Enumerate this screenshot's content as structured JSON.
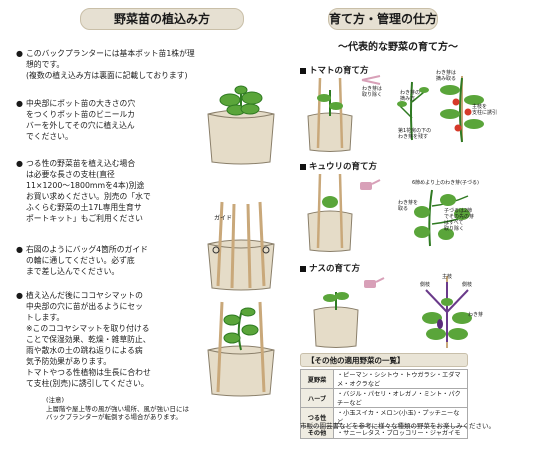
{
  "left": {
    "title": "野菜苗の植込み方",
    "steps": [
      {
        "bullet": "●",
        "lines": [
          "このバックプランターには基本ポット苗1株が理",
          "想的です。",
          "(複数の植え込み方は裏面に記載しております)"
        ]
      },
      {
        "bullet": "●",
        "lines": [
          "中央部にポット苗の大きさの穴",
          "をつくりポット苗のビニールカ",
          "バーを外してその穴に植え込ん",
          "でください。"
        ]
      },
      {
        "bullet": "●",
        "lines": [
          "つる性の野菜苗を植え込む場合",
          "は必要な長さの支柱(直径",
          "11×1200〜1800mmを4本)別途",
          "お買い求めください。別売の「水で",
          "ふくらむ野菜の土17L専用生育サ",
          "ポートキット」もご利用ください"
        ]
      },
      {
        "bullet": "●",
        "lines": [
          "右図のようにバッグ4箇所のガイド",
          "の輪に通してください。必ず底",
          "まで差し込んでください。"
        ]
      },
      {
        "bullet": "●",
        "lines": [
          "植え込んだ後にココヤシマットの",
          "中央部の穴に苗が出るようにセッ",
          "トします。",
          "※このココヤシマットを取り付ける",
          "ことで保湿効果、乾燥・雑草防止、",
          "雨や散水の土の跳ね返りによる病",
          "気予防効果があります。",
          "トマトやつる性植物は生長に合わせ",
          "て支柱(別売)に誘引してください。"
        ]
      }
    ],
    "guide_label": "ガイド",
    "note": {
      "heading": "(注意)",
      "lines": [
        "上層階や屋上等の風が強い場所、風が強い日には",
        "バックプランターが転倒する場合があります。"
      ]
    }
  },
  "right": {
    "title": "育て方・管理の仕方",
    "subtitle": "〜代表的な野菜の育て方〜",
    "sections": [
      {
        "heading": "トマトの育て方",
        "labels": [
          "わき芽は",
          "取り除く",
          "わき芽の",
          "摘み方",
          "第1花房の下の",
          "わき芽を残す",
          "わき芽は",
          "摘み取る",
          "主枝を",
          "支柱に誘引"
        ]
      },
      {
        "heading": "キュウリの育て方",
        "labels": [
          "6節めより上のわき芽(子づる)",
          "わき芽を",
          "取る",
          "子づるは2節",
          "でその先の芽",
          "はすべて",
          "取り除く"
        ]
      },
      {
        "heading": "ナスの育て方",
        "labels": [
          "側枝",
          "主枝",
          "側枝",
          "わき芽"
        ]
      }
    ],
    "table": {
      "title": "【その他の適用野菜の一覧】",
      "rows": [
        {
          "cat": "夏野菜",
          "items": "・ピーマン・シシトウ・トウガラシ・エダマメ・オクラなど"
        },
        {
          "cat": "ハーブ",
          "items": "・バジル・パセリ・オレガノ・ミント・パクチーなど"
        },
        {
          "cat": "つる性",
          "items": "・小玉スイカ・メロン(小玉)・プッチニーなど"
        },
        {
          "cat": "その他",
          "items": "・サニーレタス・ブロッコリー・ジャガイモ"
        }
      ]
    },
    "note": "市販の園芸書などを参考に様々な種類の野菜をお楽しみください。"
  },
  "colors": {
    "bag": "#e5dcc8",
    "bag_edge": "#8a7f6a",
    "leaf": "#5aa53a",
    "leaf_dark": "#2f7a22",
    "tomato": "#d63a2a",
    "stake": "#c9a87a",
    "pink": "#d8a0b8"
  }
}
